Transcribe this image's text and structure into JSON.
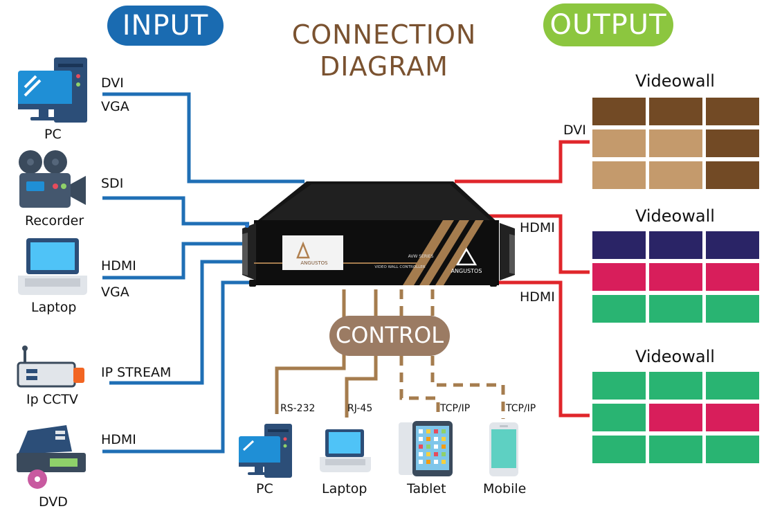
{
  "header": {
    "input_label": "INPUT",
    "output_label": "OUTPUT",
    "title_line1": "CONNECTION",
    "title_line2": "DIAGRAM"
  },
  "inputs": [
    {
      "name": "PC",
      "signals": [
        "DVI",
        "VGA"
      ],
      "icon": "pc-tower-icon"
    },
    {
      "name": "Recorder",
      "signals": [
        "SDI"
      ],
      "icon": "video-camera-icon"
    },
    {
      "name": "Laptop",
      "signals": [
        "HDMI",
        "VGA"
      ],
      "icon": "laptop-icon"
    },
    {
      "name": "Ip CCTV",
      "signals": [
        "IP STREAM"
      ],
      "icon": "ip-camera-icon"
    },
    {
      "name": "DVD",
      "signals": [
        "HDMI"
      ],
      "icon": "dvd-player-icon"
    }
  ],
  "device": {
    "brand": "ANGUSTOS",
    "series": "AVW SERIES",
    "model_text": "VIDEO WALL CONTROLLER"
  },
  "control": {
    "label": "CONTROL",
    "devices": [
      {
        "name": "PC",
        "protocol": "RS-232",
        "icon": "pc-tower-icon"
      },
      {
        "name": "Laptop",
        "protocol": "RJ-45",
        "icon": "laptop-icon"
      },
      {
        "name": "Tablet",
        "protocol": "TCP/IP",
        "icon": "tablet-icon"
      },
      {
        "name": "Mobile",
        "protocol": "TCP/IP",
        "icon": "mobile-phone-icon"
      }
    ]
  },
  "outputs": [
    {
      "title": "Videowall",
      "signal": "DVI",
      "tiles": [
        "#724a25",
        "#724a25",
        "#724a25",
        "#c49a6c",
        "#c49a6c",
        "#724a25",
        "#c49a6c",
        "#c49a6c",
        "#724a25"
      ]
    },
    {
      "title": "Videowall",
      "signal": "HDMI",
      "tiles": [
        "#2a2466",
        "#2a2466",
        "#2a2466",
        "#d81e5b",
        "#d81e5b",
        "#d81e5b",
        "#29b472",
        "#29b472",
        "#29b472"
      ]
    },
    {
      "title": "Videowall",
      "signal": "HDMI",
      "tiles": [
        "#29b472",
        "#29b472",
        "#29b472",
        "#29b472",
        "#d81e5b",
        "#d81e5b",
        "#29b472",
        "#29b472",
        "#29b472"
      ]
    }
  ],
  "colors": {
    "input_pill": "#1a6bb1",
    "output_pill": "#8cc63f",
    "title": "#7a5230",
    "input_line": "#1f6fb5",
    "output_line": "#e0262b",
    "control_line": "#a57c4e",
    "control_pill": "#9b7b63"
  }
}
